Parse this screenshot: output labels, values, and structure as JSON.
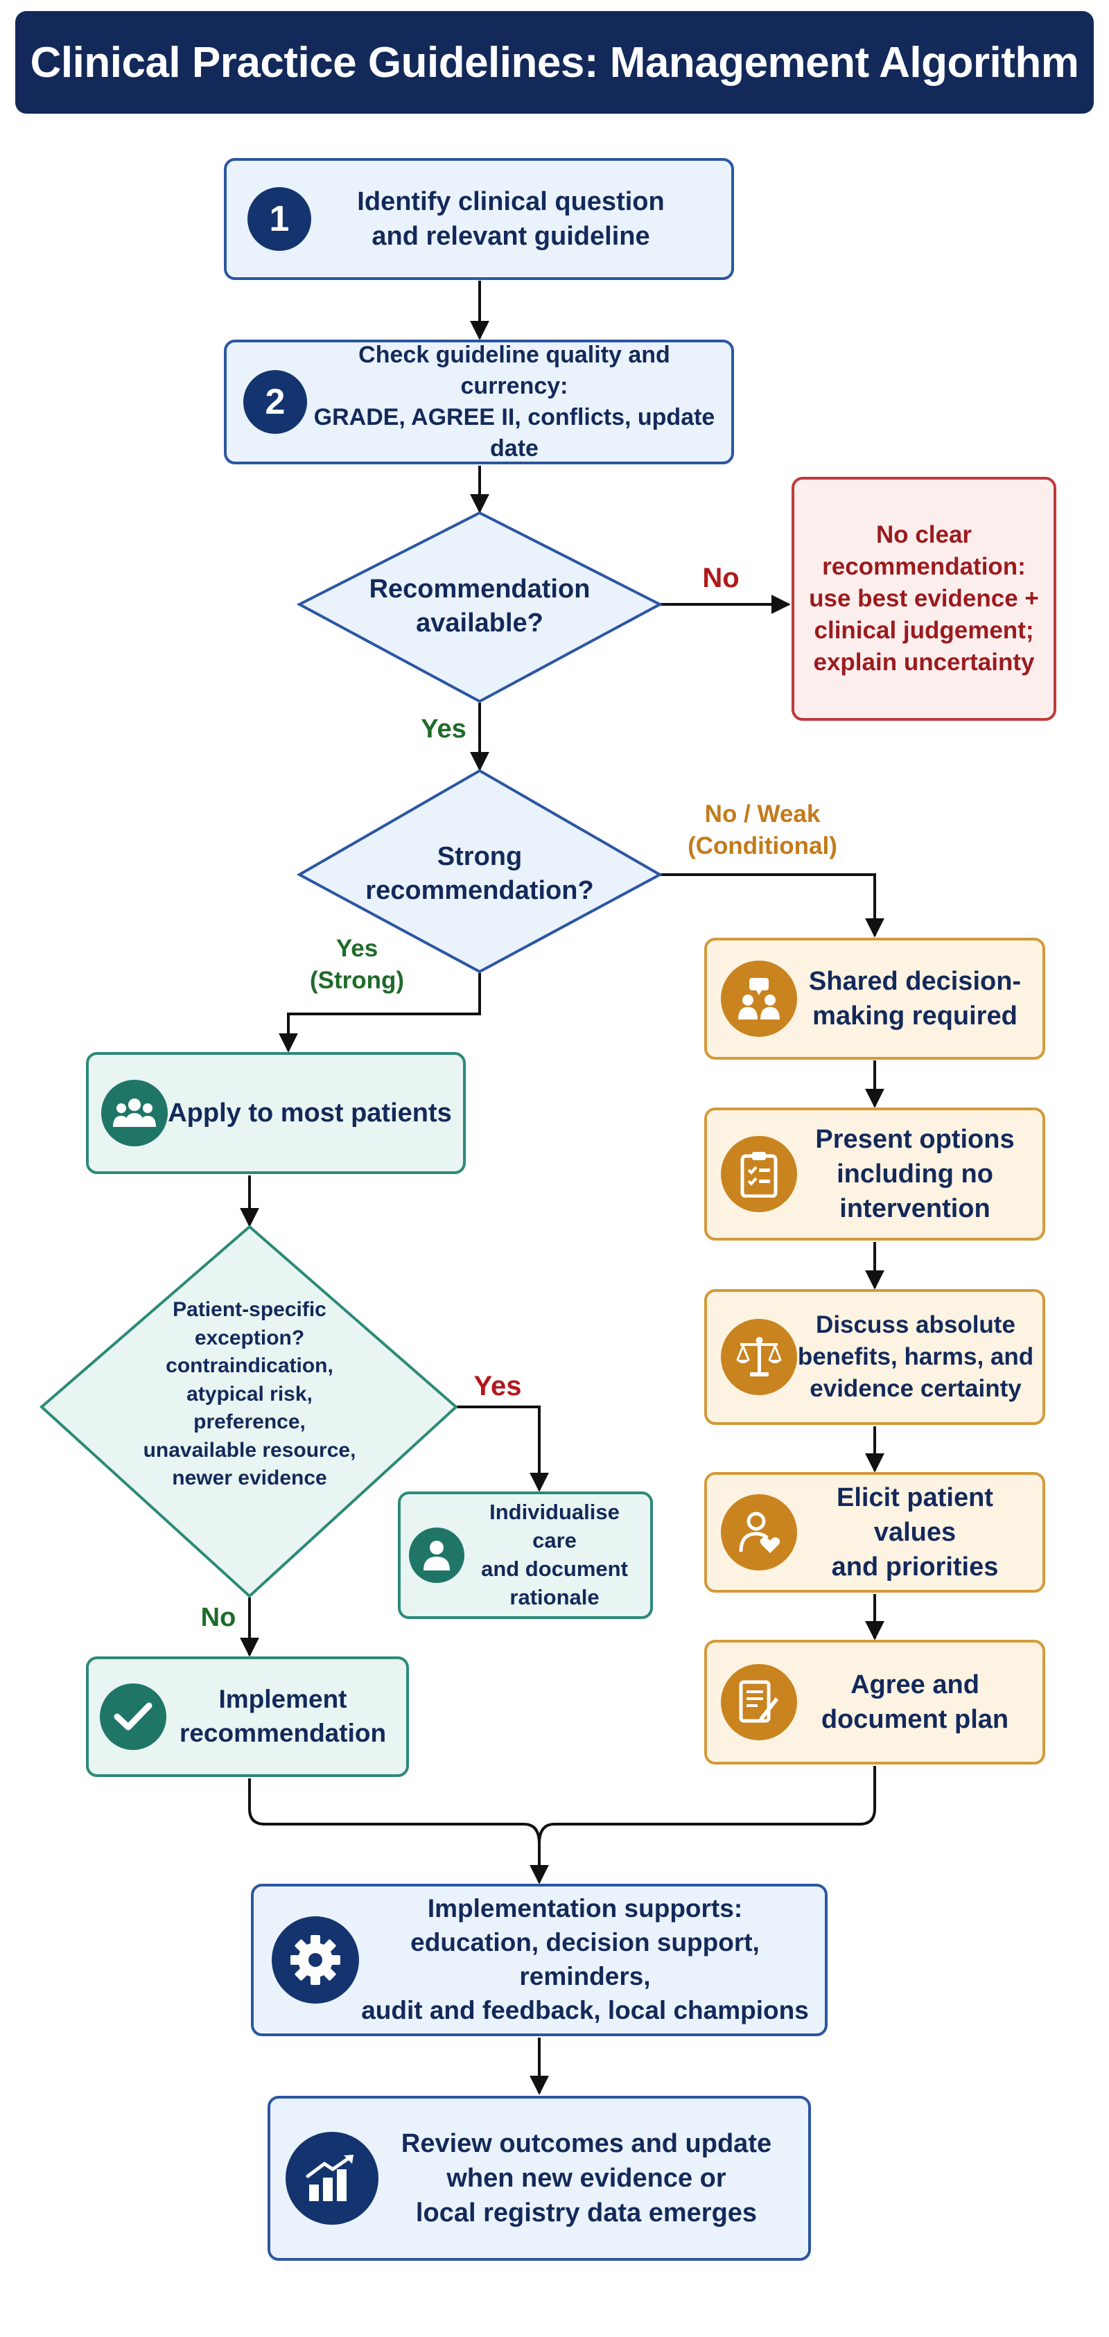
{
  "title": "Clinical Practice Guidelines: Management Algorithm",
  "steps": {
    "identify": {
      "number": "1",
      "text": "Identify clinical question\nand relevant guideline"
    },
    "quality": {
      "number": "2",
      "text": "Check guideline quality and currency:\nGRADE, AGREE II, conflicts, update date"
    },
    "no_clear": {
      "text": "No clear\nrecommendation:\nuse best evidence +\nclinical judgement;\nexplain uncertainty"
    },
    "apply": {
      "text": "Apply to most patients"
    },
    "individualise": {
      "text": "Individualise care\nand document\nrationale"
    },
    "implement": {
      "text": "Implement\nrecommendation"
    },
    "shared": {
      "text": "Shared decision-\nmaking required"
    },
    "options": {
      "text": "Present options\nincluding no\nintervention"
    },
    "discuss": {
      "text": "Discuss absolute\nbenefits, harms, and\nevidence certainty"
    },
    "elicit": {
      "text": "Elicit patient values\nand priorities"
    },
    "agree": {
      "text": "Agree and\ndocument plan"
    },
    "supports": {
      "text": "Implementation supports:\neducation, decision support, reminders,\naudit and feedback, local champions"
    },
    "review": {
      "text": "Review outcomes and update\nwhen new evidence or\nlocal registry data emerges"
    }
  },
  "decisions": {
    "available": "Recommendation\navailable?",
    "strong": "Strong\nrecommendation?",
    "exception": "Patient-specific\nexception?\ncontraindication,\natypical risk,\npreference,\nunavailable resource,\nnewer evidence"
  },
  "labels": {
    "no": "No",
    "yes": "Yes",
    "no_weak": "No / Weak\n(Conditional)",
    "yes_strong": "Yes\n(Strong)",
    "exception_yes": "Yes",
    "exception_no": "No"
  },
  "icons": {
    "shared": "conversation-icon",
    "apply": "people-group-icon",
    "options": "clipboard-checklist-icon",
    "discuss": "balance-scale-icon",
    "elicit": "person-heart-icon",
    "agree": "document-pen-icon",
    "individualise": "person-icon",
    "implement": "checkmark-icon",
    "supports": "gear-icon",
    "review": "bar-chart-growth-icon"
  },
  "colors": {
    "navy": "#13295a",
    "blue_border": "#2b56a3",
    "teal": "#2c8a78",
    "orange": "#d49a3a",
    "red": "#c0393b"
  }
}
